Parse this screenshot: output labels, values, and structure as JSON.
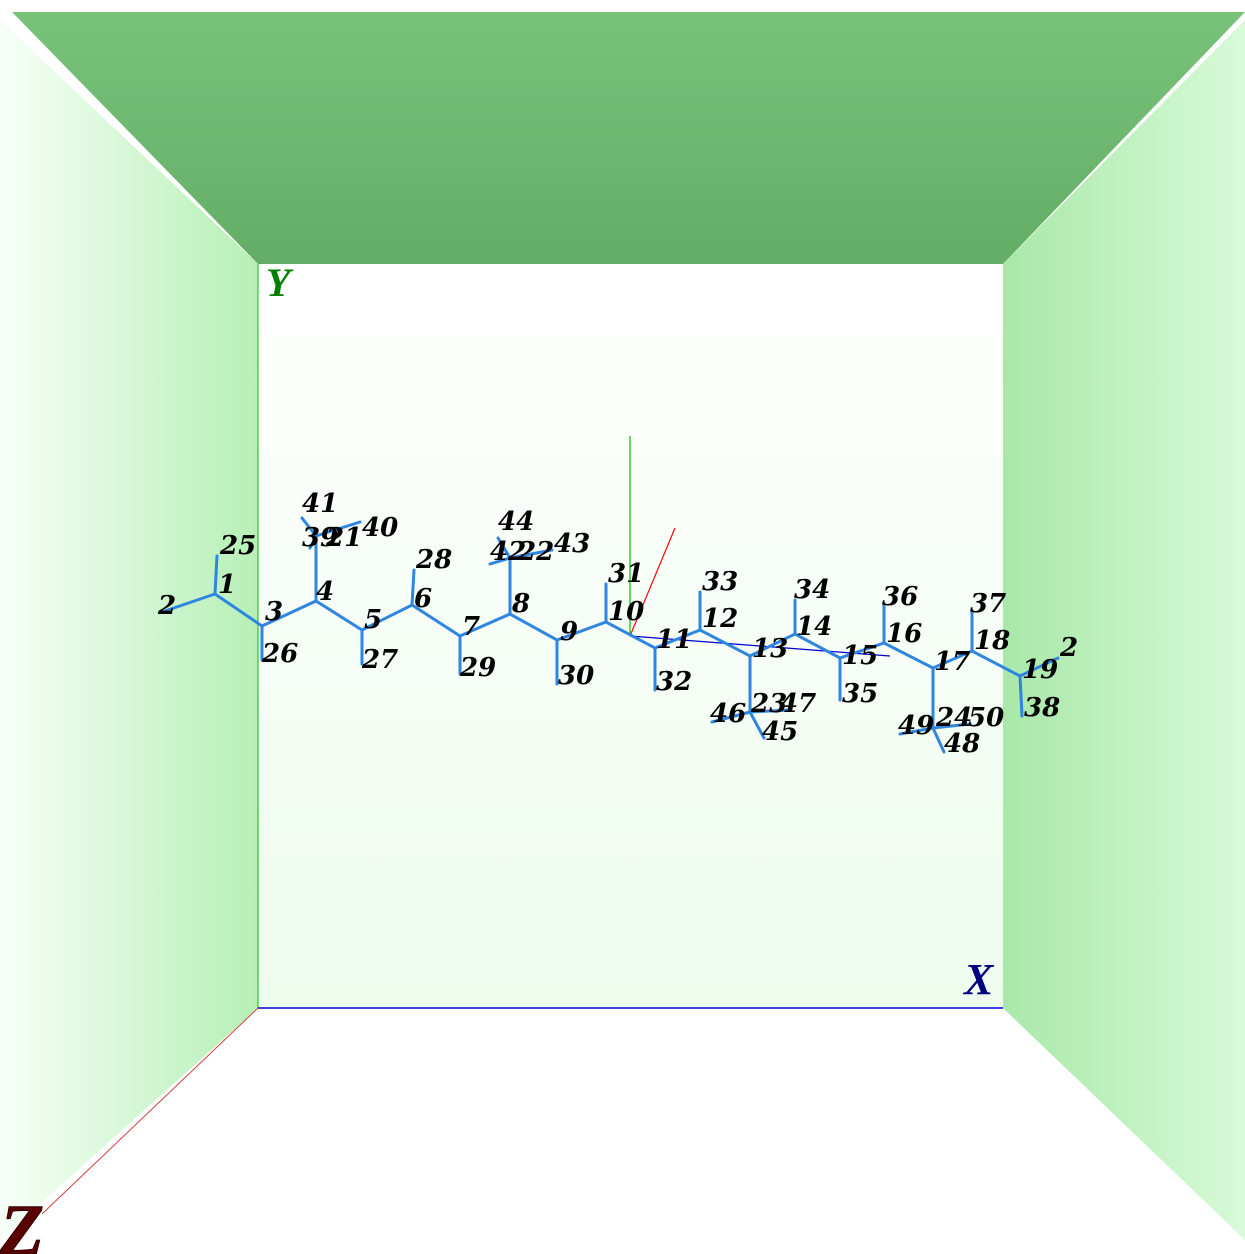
{
  "colors": {
    "ceiling": "#6fb870",
    "wall": "#b8f2b8",
    "back_wall": "#f4fff4",
    "floor": "#ffffff",
    "bond": "#2f86e0",
    "x_axis": "#0000c0",
    "y_axis": "#00b000",
    "z_axis": "#c00000",
    "axis_label_x": "#000080",
    "axis_label_y": "#008000",
    "axis_label_z": "#600000"
  },
  "axes": {
    "x": "X",
    "y": "Y",
    "z": "Z"
  },
  "atom_labels": {
    "a1": "1",
    "a2": "2",
    "a3": "3",
    "a4": "4",
    "a5": "5",
    "a6": "6",
    "a7": "7",
    "a8": "8",
    "a9": "9",
    "a10": "10",
    "a11": "11",
    "a12": "12",
    "a13": "13",
    "a14": "14",
    "a15": "15",
    "a16": "16",
    "a17": "17",
    "a18": "18",
    "a19": "19",
    "a2r": "2",
    "a21": "21",
    "a22": "22",
    "a23": "23",
    "a24": "24",
    "a25": "25",
    "a26": "26",
    "a27": "27",
    "a28": "28",
    "a29": "29",
    "a30": "30",
    "a31": "31",
    "a32": "32",
    "a33": "33",
    "a34": "34",
    "a35": "35",
    "a36": "36",
    "a37": "37",
    "a38": "38",
    "a39": "39",
    "a40": "40",
    "a41": "41",
    "a42": "42",
    "a43": "43",
    "a44": "44",
    "a45": "45",
    "a46": "46",
    "a47": "47",
    "a48": "48",
    "a49": "49",
    "a50": "50"
  }
}
